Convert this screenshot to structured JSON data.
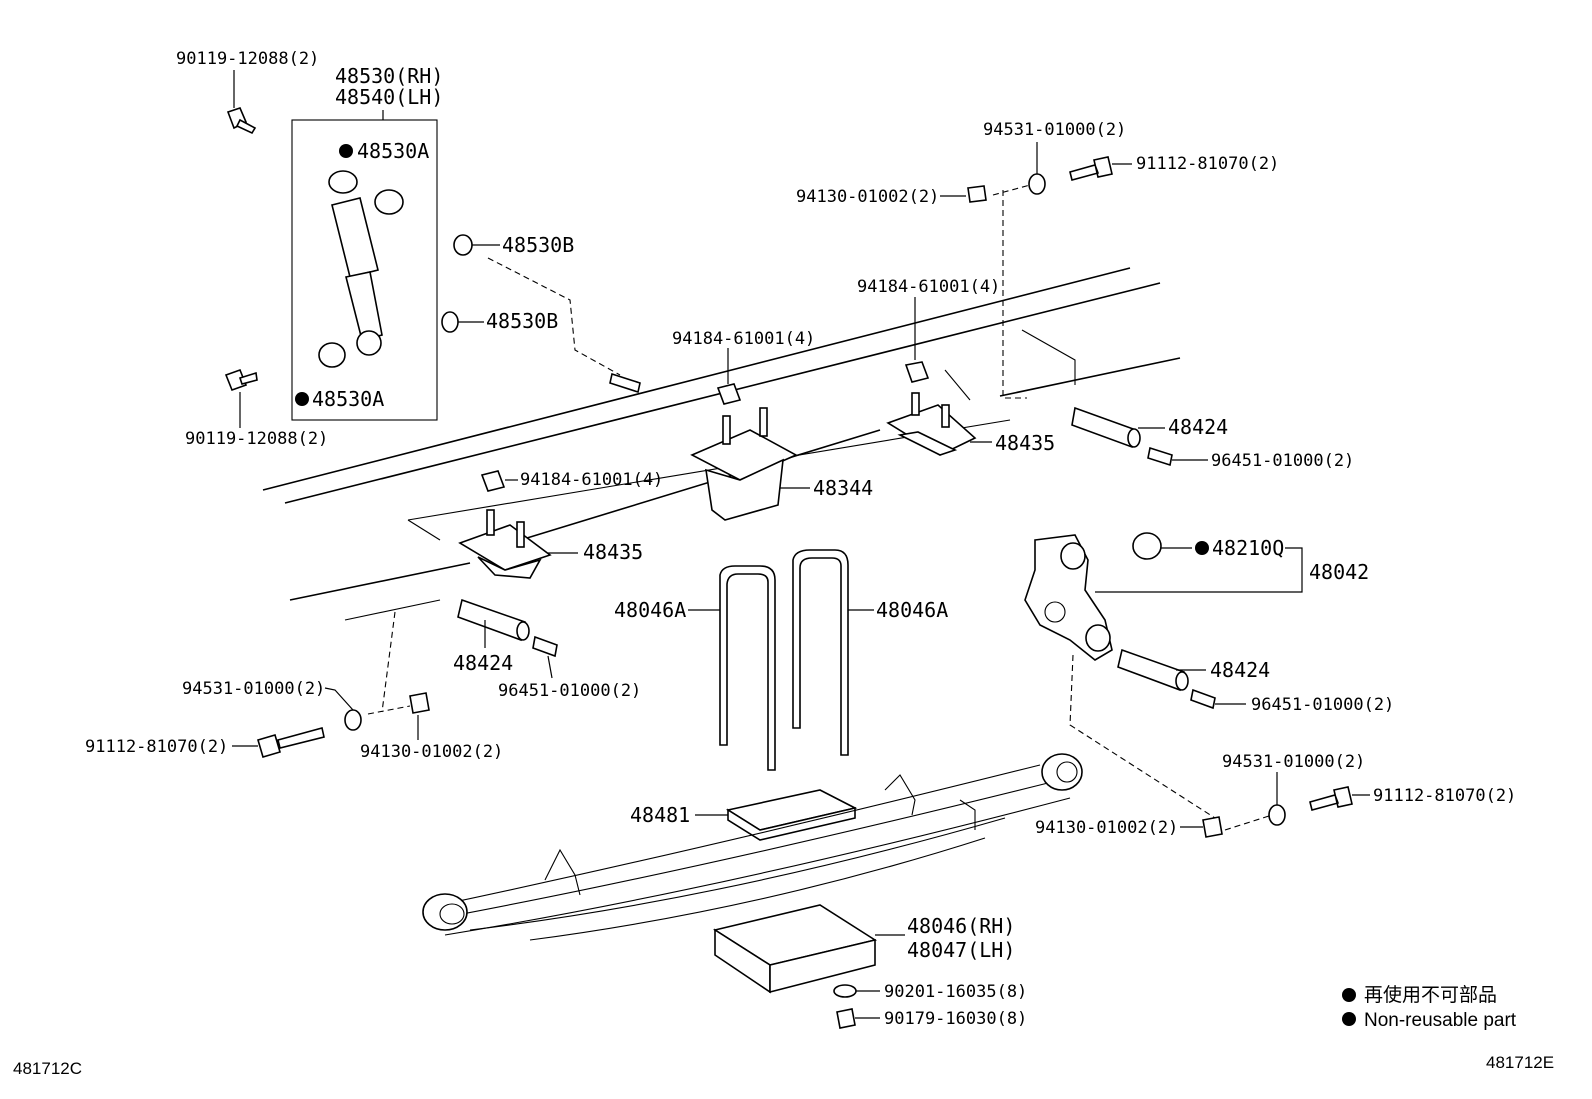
{
  "labels": {
    "bolt_top_left": "90119-12088(2)",
    "bolt_lower_left": "90119-12088(2)",
    "absorber_rh": "48530(RH)",
    "absorber_lh": "48540(LH)",
    "bushing_a_top": "48530A",
    "bushing_a_bottom": "48530A",
    "washer_b_top": "48530B",
    "washer_b_bottom": "48530B",
    "washer_top_right": "94531-01000(2)",
    "bolt_top_right": "91112-81070(2)",
    "nut_top_right": "94130-01002(2)",
    "nut_bumper_right": "94184-61001(4)",
    "nut_bumper_center": "94184-61001(4)",
    "nut_bumper_left": "94184-61001(4)",
    "pin_upper_right": "48424",
    "grease_upper_right": "96451-01000(2)",
    "bumper_right": "48435",
    "bumper_center": "48344",
    "bumper_left": "48435",
    "bushing_q": "48210Q",
    "shackle": "48042",
    "ubolt_left": "48046A",
    "ubolt_right": "48046A",
    "pin_left": "48424",
    "grease_left": "96451-01000(2)",
    "washer_left": "94531-01000(2)",
    "bolt_left": "91112-81070(2)",
    "nut_left": "94130-01002(2)",
    "pin_right": "48424",
    "grease_right": "96451-01000(2)",
    "washer_right": "94531-01000(2)",
    "bolt_right": "91112-81070(2)",
    "nut_right": "94130-01002(2)",
    "spacer": "48481",
    "seat_rh": "48046(RH)",
    "seat_lh": "48047(LH)",
    "washer_seat": "90201-16035(8)",
    "nut_seat": "90179-16030(8)"
  },
  "legend": {
    "jp": "再使用不可部品",
    "en": "Non-reusable part"
  },
  "codes": {
    "left": "481712C",
    "right": "481712E"
  }
}
